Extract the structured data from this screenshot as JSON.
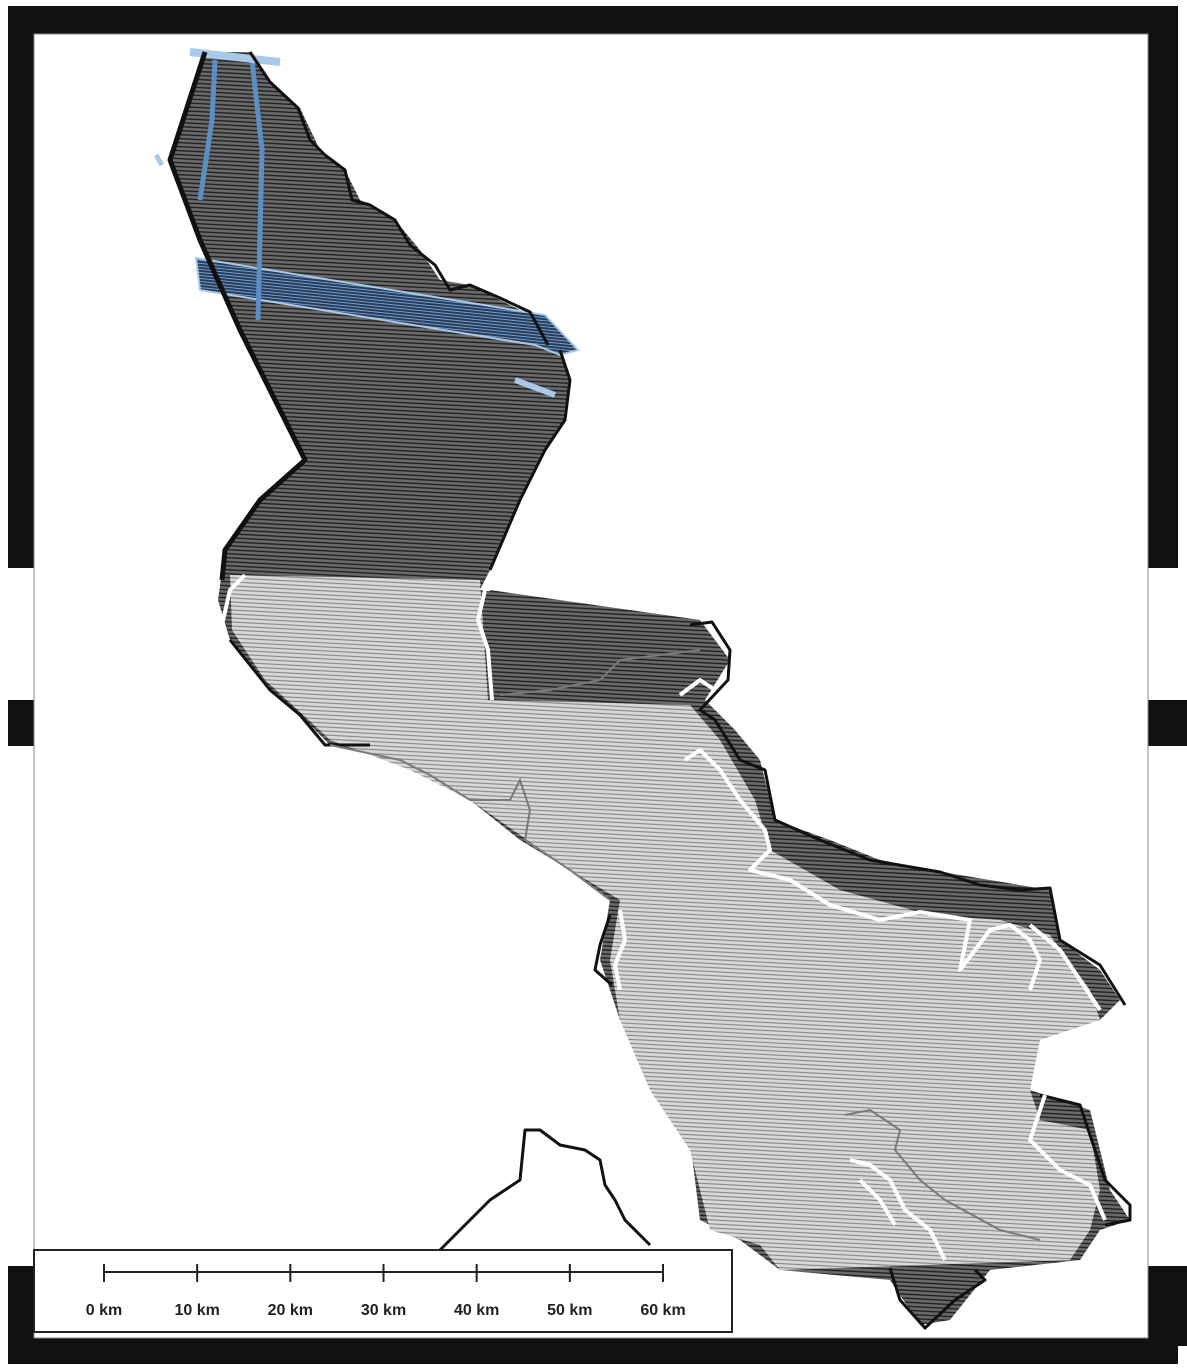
{
  "map": {
    "scale_bar": {
      "unit": "km",
      "ticks": [
        {
          "value": 0,
          "label": "0 km"
        },
        {
          "value": 10,
          "label": "10 km"
        },
        {
          "value": 20,
          "label": "20 km"
        },
        {
          "value": 30,
          "label": "30 km"
        },
        {
          "value": 40,
          "label": "40 km"
        },
        {
          "value": 50,
          "label": "50 km"
        },
        {
          "value": 60,
          "label": "60 km"
        }
      ]
    },
    "colors": {
      "frame": "#111111",
      "survey_dark": "#5a5a5a",
      "survey_light": "#c4c4c4",
      "outline": "#111111",
      "flightlines_blue": "#5b8fc4",
      "flightlines_blue_light": "#a9c9e8",
      "rivers": "#ffffff"
    }
  }
}
